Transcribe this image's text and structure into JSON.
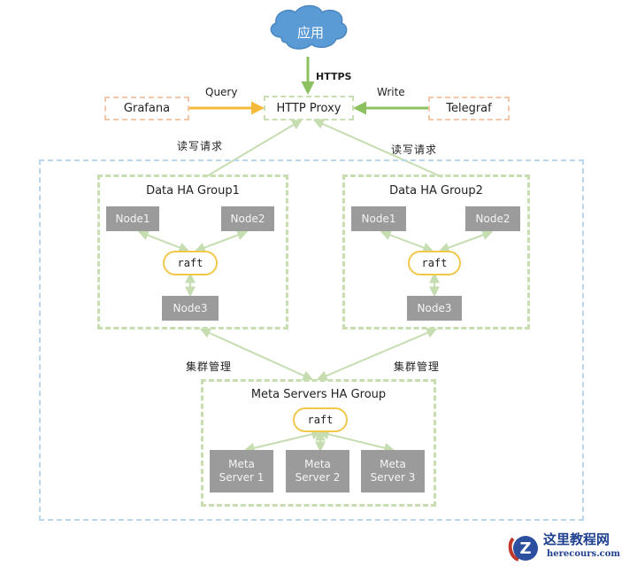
{
  "diagram": {
    "app_node": {
      "label": "应用",
      "color": "#5b9bd5"
    },
    "https_label": "HTTPS",
    "grafana": {
      "label": "Grafana",
      "edge_label": "Query",
      "edge_color": "#f5b93c"
    },
    "proxy": {
      "label": "HTTP Proxy"
    },
    "telegraf": {
      "label": "Telegraf",
      "edge_label": "Write",
      "edge_color": "#8cc15f"
    },
    "rw_label_left": "读写请求",
    "rw_label_right": "读写请求",
    "group1": {
      "title": "Data HA Group1",
      "nodes": [
        "Node1",
        "Node2",
        "Node3"
      ],
      "raft": "raft"
    },
    "group2": {
      "title": "Data HA Group2",
      "nodes": [
        "Node1",
        "Node2",
        "Node3"
      ],
      "raft": "raft"
    },
    "cluster_label_left": "集群管理",
    "cluster_label_right": "集群管理",
    "meta": {
      "title": "Meta Servers HA Group",
      "raft": "raft",
      "servers": [
        {
          "line1": "Meta",
          "line2": "Server 1"
        },
        {
          "line1": "Meta",
          "line2": "Server 2"
        },
        {
          "line1": "Meta",
          "line2": "Server 3"
        }
      ]
    },
    "colors": {
      "connector_green": "#c5ddb0",
      "node_gray": "#9b9b9b",
      "raft_border": "#f2c84a"
    }
  },
  "watermark": {
    "title": "这里教程网",
    "subtitle": "herecours.com"
  }
}
